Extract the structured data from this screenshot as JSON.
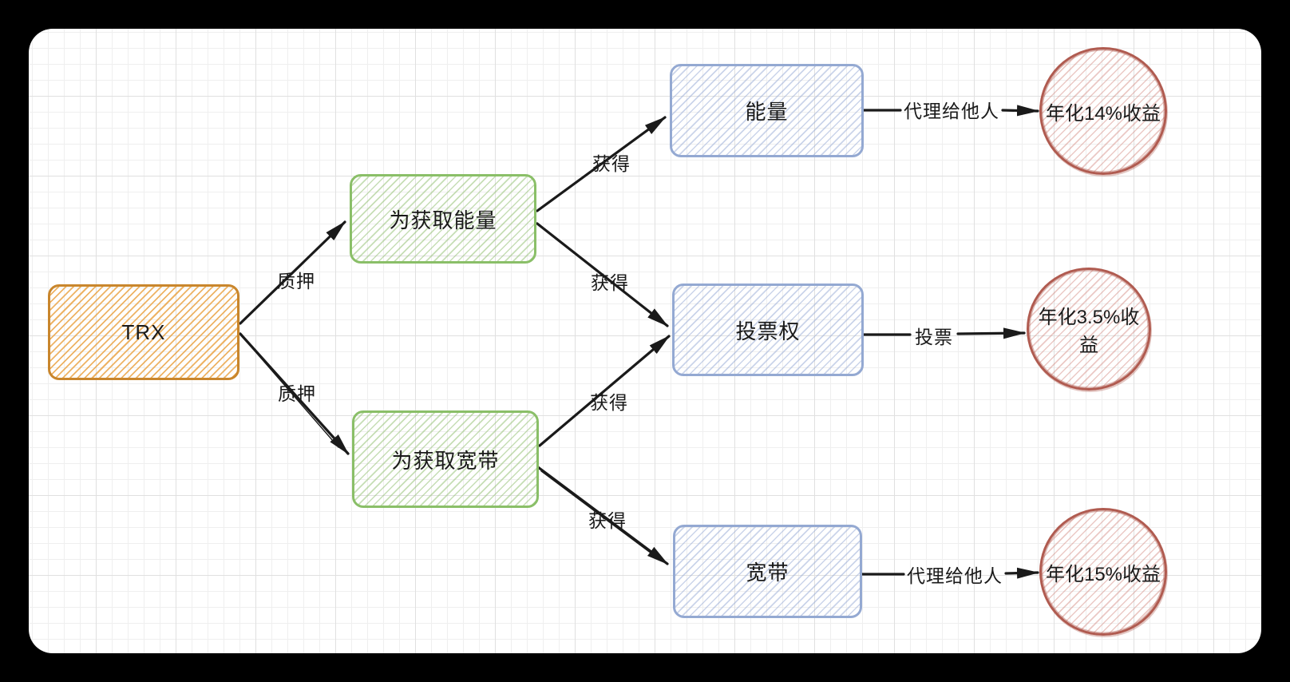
{
  "diagram": {
    "type": "flowchart",
    "style": "hand-drawn-sketch",
    "nodes": {
      "trx": {
        "label": "TRX",
        "shape": "rectangle",
        "color": "#c9862c"
      },
      "stake_energy": {
        "label": "为获取能量",
        "shape": "rectangle",
        "color": "#8abf68"
      },
      "stake_bandwidth": {
        "label": "为获取宽带",
        "shape": "rectangle",
        "color": "#8abf68"
      },
      "energy": {
        "label": "能量",
        "shape": "rectangle",
        "color": "#94a9d2"
      },
      "vote_right": {
        "label": "投票权",
        "shape": "rectangle",
        "color": "#94a9d2"
      },
      "bandwidth": {
        "label": "宽带",
        "shape": "rectangle",
        "color": "#94a9d2"
      },
      "yield_energy": {
        "label": "年化14%收益",
        "shape": "ellipse",
        "color": "#b05b50"
      },
      "yield_vote": {
        "label": "年化3.5%收益",
        "shape": "ellipse",
        "color": "#b05b50"
      },
      "yield_bandwidth": {
        "label": "年化15%收益",
        "shape": "ellipse",
        "color": "#b05b50"
      }
    },
    "edges": [
      {
        "from": "trx",
        "to": "stake_energy",
        "label": "质押"
      },
      {
        "from": "trx",
        "to": "stake_bandwidth",
        "label": "质押"
      },
      {
        "from": "stake_energy",
        "to": "energy",
        "label": "获得"
      },
      {
        "from": "stake_energy",
        "to": "vote_right",
        "label": "获得"
      },
      {
        "from": "stake_bandwidth",
        "to": "vote_right",
        "label": "获得"
      },
      {
        "from": "stake_bandwidth",
        "to": "bandwidth",
        "label": "获得"
      },
      {
        "from": "energy",
        "to": "yield_energy",
        "label": "代理给他人"
      },
      {
        "from": "vote_right",
        "to": "yield_vote",
        "label": "投票"
      },
      {
        "from": "bandwidth",
        "to": "yield_bandwidth",
        "label": "代理给他人"
      }
    ],
    "colors": {
      "arrow": "#1a1a1a",
      "orange_stroke": "#c9862c",
      "green_stroke": "#8abf68",
      "blue_stroke": "#94a9d2",
      "red_stroke": "#b05b50",
      "canvas_bg": "#ffffff",
      "frame_bg": "#000000"
    }
  }
}
